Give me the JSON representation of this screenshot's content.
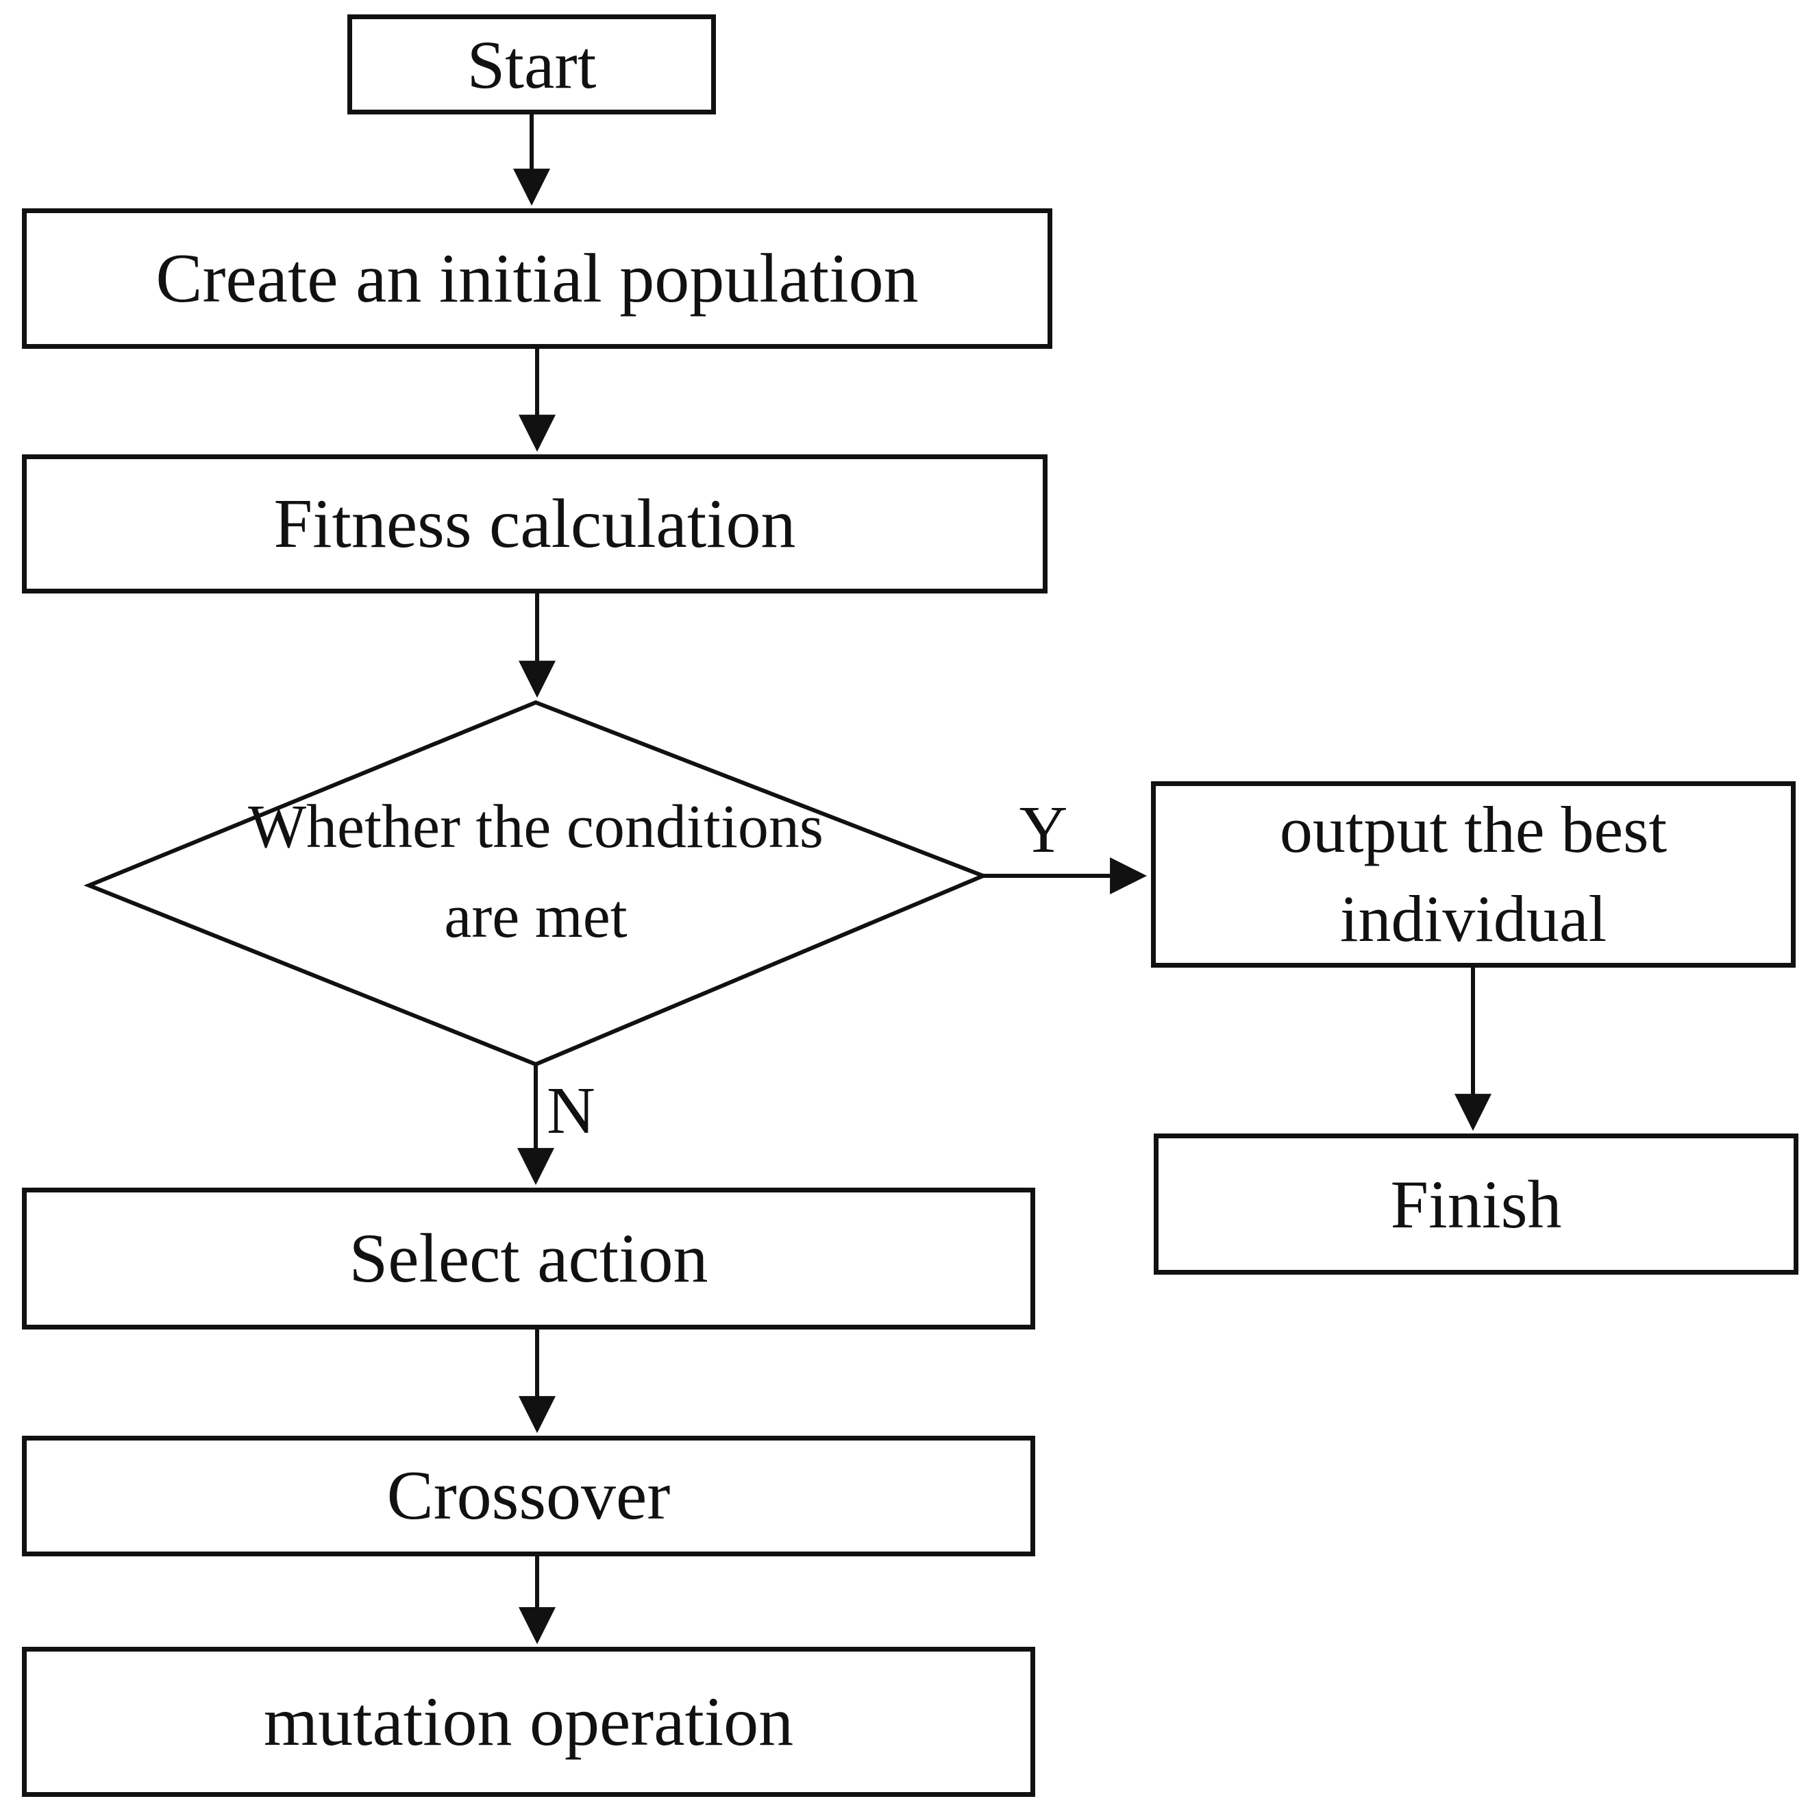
{
  "figure": {
    "type": "flowchart",
    "nodes": {
      "start": "Start",
      "create_population": "Create an initial population",
      "fitness": "Fitness calculation",
      "condition": "Whether the conditions are met",
      "select_action": "Select action",
      "crossover": "Crossover",
      "mutation": "mutation operation",
      "output_best": "output the best individual",
      "finish": "Finish"
    },
    "branch_labels": {
      "yes": "Y",
      "no": "N"
    },
    "colors": {
      "line": "#111111",
      "node_fill": "#ffffff",
      "text": "#111111",
      "background": "#ffffff"
    }
  }
}
